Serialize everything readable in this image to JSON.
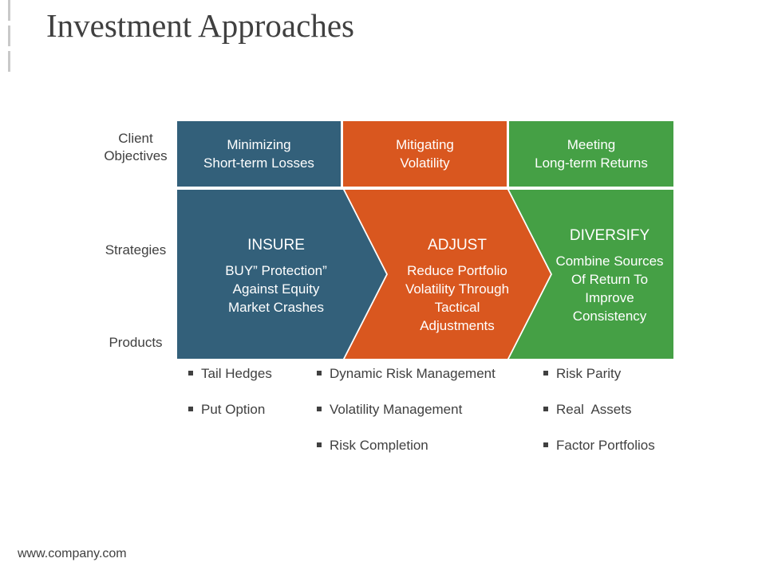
{
  "slide": {
    "title": "Investment Approaches",
    "footer": "www.company.com"
  },
  "row_labels": {
    "client_objectives": [
      "Client",
      "Objectives"
    ],
    "strategies": "Strategies",
    "products": "Products"
  },
  "colors": {
    "blue": "#33607a",
    "orange": "#d9571f",
    "green": "#45a045"
  },
  "columns": [
    {
      "objective": [
        "Minimizing",
        "Short-term Losses"
      ],
      "strategy_title": "INSURE",
      "strategy_body": [
        "BUY” Protection”",
        "Against Equity",
        "Market Crashes"
      ],
      "products": [
        "Tail Hedges",
        "Put Option"
      ]
    },
    {
      "objective": [
        "Mitigating",
        "Volatility"
      ],
      "strategy_title": "ADJUST",
      "strategy_body": [
        "Reduce Portfolio",
        "Volatility Through",
        "Tactical",
        "Adjustments"
      ],
      "products": [
        "Dynamic Risk Management",
        "Volatility Management",
        "Risk Completion"
      ]
    },
    {
      "objective": [
        "Meeting",
        "Long-term Returns"
      ],
      "strategy_title": "DIVERSIFY",
      "strategy_body": [
        "Combine Sources",
        "Of Return To",
        "Improve",
        "Consistency"
      ],
      "products": [
        "Risk Parity",
        "Real  Assets",
        "Factor Portfolios"
      ]
    }
  ]
}
